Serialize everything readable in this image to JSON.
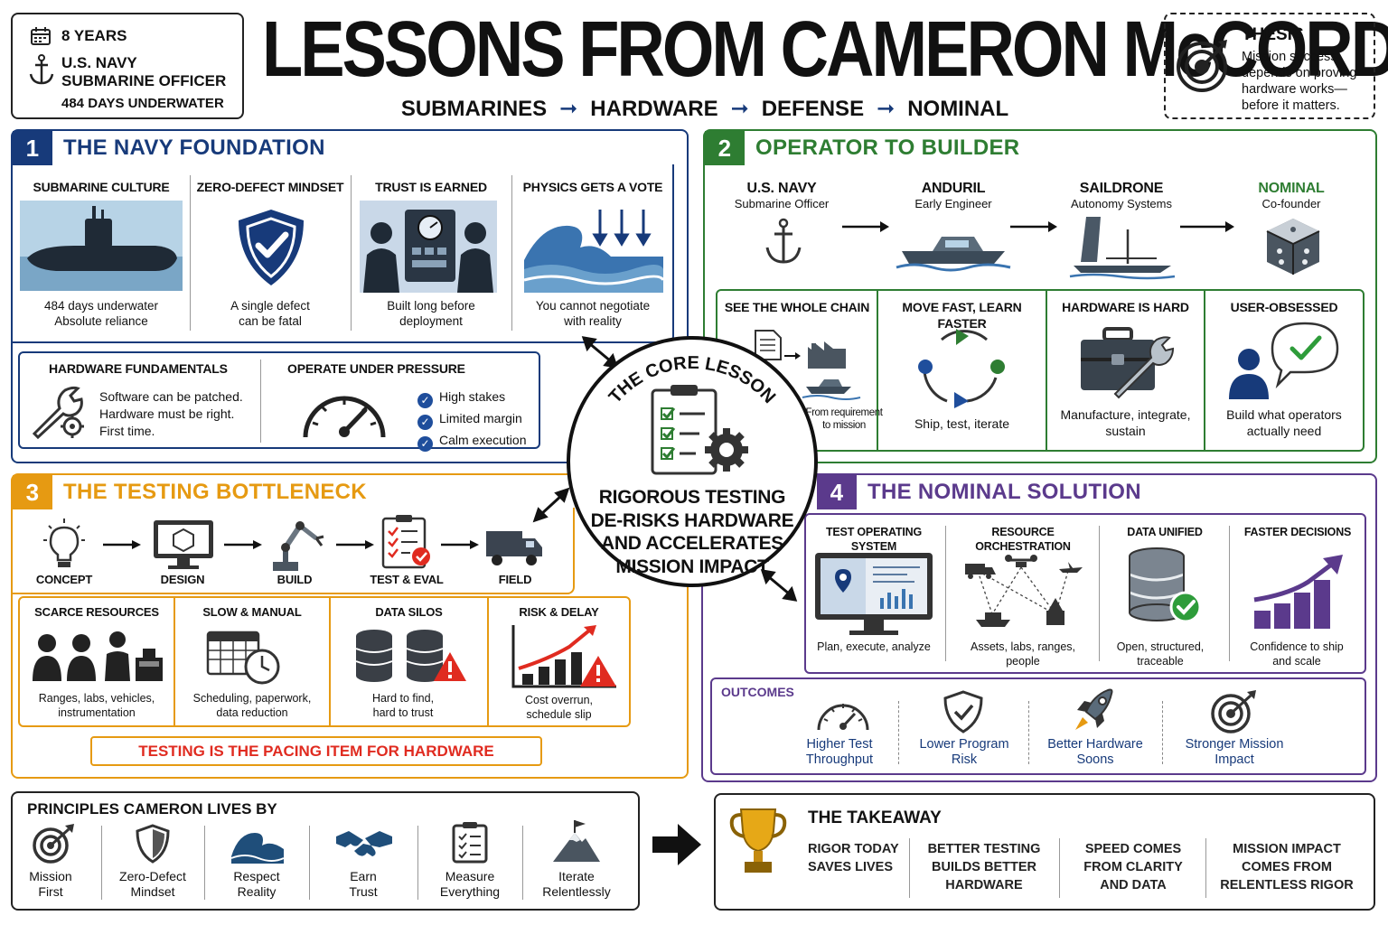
{
  "title": "LESSONS FROM CAMERON McCORD",
  "journey": [
    "SUBMARINES",
    "HARDWARE",
    "DEFENSE",
    "NOMINAL"
  ],
  "profile": {
    "years": "8 YEARS",
    "role_line1": "U.S. NAVY",
    "role_line2": "SUBMARINE OFFICER",
    "days": "484 DAYS UNDERWATER"
  },
  "thesis": {
    "label": "THESIS",
    "lines": [
      "Mission success",
      "depends on proving",
      "hardware works—",
      "before it matters."
    ]
  },
  "section1": {
    "num": "1",
    "title": "THE NAVY FOUNDATION",
    "cards": [
      {
        "title": "SUBMARINE CULTURE",
        "line1": "484 days underwater",
        "line2": "Absolute reliance"
      },
      {
        "title": "ZERO-DEFECT MINDSET",
        "line1": "A single defect",
        "line2": "can be fatal"
      },
      {
        "title": "TRUST IS EARNED",
        "line1": "Built long before",
        "line2": "deployment"
      },
      {
        "title": "PHYSICS GETS A VOTE",
        "line1": "You cannot negotiate",
        "line2": "with reality"
      }
    ],
    "fundamentals": {
      "title": "HARDWARE FUNDAMENTALS",
      "lines": [
        "Software can be patched.",
        "Hardware must be right.",
        "First time."
      ]
    },
    "pressure": {
      "title": "OPERATE UNDER PRESSURE",
      "items": [
        "High stakes",
        "Limited margin",
        "Calm execution"
      ]
    }
  },
  "section2": {
    "num": "2",
    "title": "OPERATOR TO BUILDER",
    "steps": [
      {
        "name": "U.S. NAVY",
        "role": "Submarine Officer"
      },
      {
        "name": "ANDURIL",
        "role": "Early Engineer"
      },
      {
        "name": "SAILDRONE",
        "role": "Autonomy Systems"
      },
      {
        "name": "NOMINAL",
        "role": "Co-founder"
      }
    ],
    "cards": [
      {
        "title": "SEE THE WHOLE CHAIN",
        "line1": "From requirement",
        "line2": "to mission"
      },
      {
        "title": "MOVE FAST, LEARN FASTER",
        "line1": "Ship, test, iterate",
        "line2": ""
      },
      {
        "title": "HARDWARE IS HARD",
        "line1": "Manufacture, integrate,",
        "line2": "sustain"
      },
      {
        "title": "USER-OBSESSED",
        "line1": "Build what operators",
        "line2": "actually need"
      }
    ],
    "accent": "#2e7d32"
  },
  "core": {
    "label": "THE CORE LESSON",
    "lines": [
      "RIGOROUS TESTING",
      "DE-RISKS HARDWARE",
      "AND ACCELERATES",
      "MISSION IMPACT"
    ]
  },
  "section3": {
    "num": "3",
    "title": "THE TESTING BOTTLENECK",
    "flow": [
      "CONCEPT",
      "DESIGN",
      "BUILD",
      "TEST & EVAL",
      "FIELD"
    ],
    "cards": [
      {
        "title": "SCARCE RESOURCES",
        "line1": "Ranges, labs, vehicles,",
        "line2": "instrumentation"
      },
      {
        "title": "SLOW & MANUAL",
        "line1": "Scheduling, paperwork,",
        "line2": "data reduction"
      },
      {
        "title": "DATA SILOS",
        "line1": "Hard to find,",
        "line2": "hard to trust"
      },
      {
        "title": "RISK & DELAY",
        "line1": "Cost overrun,",
        "line2": "schedule slip"
      }
    ],
    "banner": "TESTING IS THE PACING ITEM FOR HARDWARE",
    "accent": "#e69a12"
  },
  "section4": {
    "num": "4",
    "title": "THE NOMINAL SOLUTION",
    "cards": [
      {
        "title": "TEST OPERATING SYSTEM",
        "line1": "Plan, execute, analyze",
        "line2": ""
      },
      {
        "title": "RESOURCE ORCHESTRATION",
        "line1": "Assets, labs, ranges,",
        "line2": "people"
      },
      {
        "title": "DATA UNIFIED",
        "line1": "Open, structured,",
        "line2": "traceable"
      },
      {
        "title": "FASTER DECISIONS",
        "line1": "Confidence to ship",
        "line2": "and scale"
      }
    ],
    "outcomes_label": "OUTCOMES",
    "outcomes": [
      {
        "line1": "Higher Test",
        "line2": "Throughput"
      },
      {
        "line1": "Lower Program",
        "line2": "Risk"
      },
      {
        "line1": "Better Hardware",
        "line2": "Soons"
      },
      {
        "line1": "Stronger Mission",
        "line2": "Impact"
      }
    ],
    "accent": "#5b3a8c"
  },
  "principles": {
    "title": "PRINCIPLES CAMERON LIVES BY",
    "items": [
      {
        "line1": "Mission",
        "line2": "First"
      },
      {
        "line1": "Zero-Defect",
        "line2": "Mindset"
      },
      {
        "line1": "Respect",
        "line2": "Reality"
      },
      {
        "line1": "Earn",
        "line2": "Trust"
      },
      {
        "line1": "Measure",
        "line2": "Everything"
      },
      {
        "line1": "Iterate",
        "line2": "Relentlessly"
      }
    ]
  },
  "takeaway": {
    "title": "THE TAKEAWAY",
    "items": [
      {
        "l1": "RIGOR TODAY",
        "l2": "SAVES LIVES",
        "l3": ""
      },
      {
        "l1": "BETTER TESTING",
        "l2": "BUILDS BETTER",
        "l3": "HARDWARE"
      },
      {
        "l1": "SPEED COMES",
        "l2": "FROM CLARITY",
        "l3": "AND DATA"
      },
      {
        "l1": "MISSION IMPACT",
        "l2": "COMES FROM",
        "l3": "RELENTLESS RIGOR"
      }
    ]
  },
  "colors": {
    "navy": "#173a7a",
    "green": "#2e7d32",
    "orange": "#e69a12",
    "purple": "#5b3a8c",
    "red": "#e02b20",
    "check": "#1f4e9c"
  }
}
